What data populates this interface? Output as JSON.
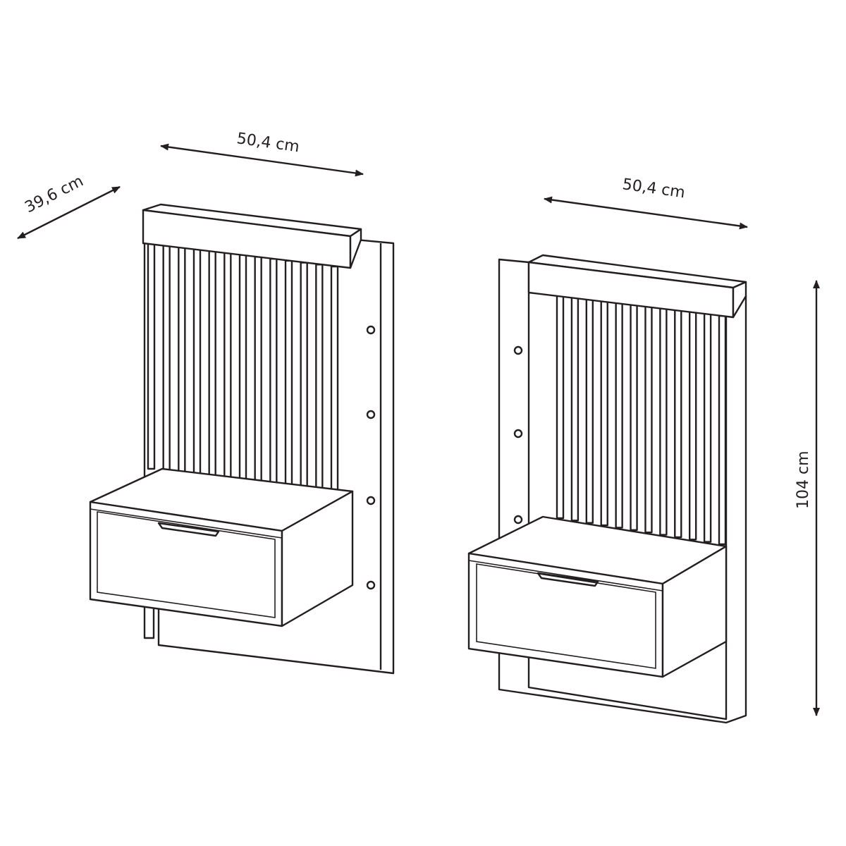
{
  "dimensions": {
    "left_width": "50,4 cm",
    "left_depth": "39,6 cm",
    "right_width": "50,4 cm",
    "right_height": "104 cm"
  },
  "colors": {
    "line": "#231f20",
    "background": "#ffffff"
  }
}
